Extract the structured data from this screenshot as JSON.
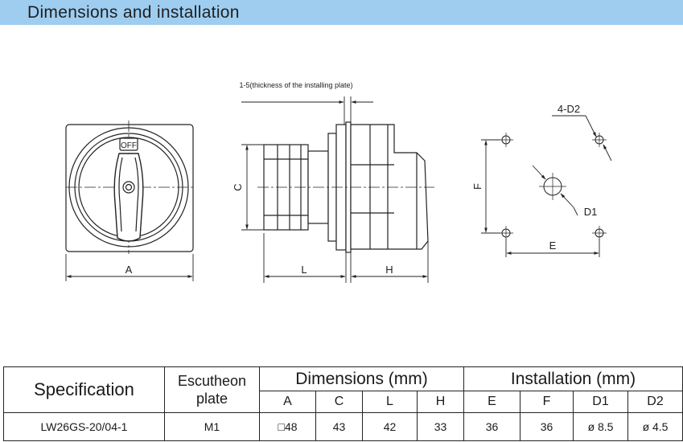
{
  "header": {
    "title": "Dimensions and installation"
  },
  "drawing": {
    "switch_label": "OFF",
    "plate_note": "1-5(thickness of the installing plate)",
    "dim_labels": {
      "A": "A",
      "C": "C",
      "L": "L",
      "H": "H",
      "F": "F",
      "E": "E",
      "D1": "D1",
      "D2": "4-D2"
    }
  },
  "table": {
    "col_spec": "Specification",
    "col_escutcheon": "Escutheon plate",
    "group_dimensions": "Dimensions (mm)",
    "group_installation": "Installation (mm)",
    "sub_dimensions": [
      "A",
      "C",
      "L",
      "H"
    ],
    "sub_installation": [
      "E",
      "F",
      "D1",
      "D2"
    ],
    "rows": [
      {
        "spec": "LW26GS-20/04-1",
        "plate": "M1",
        "A": "□48",
        "C": "43",
        "L": "42",
        "H": "33",
        "E": "36",
        "F": "36",
        "D1": "ø 8.5",
        "D2": "ø 4.5"
      }
    ]
  }
}
